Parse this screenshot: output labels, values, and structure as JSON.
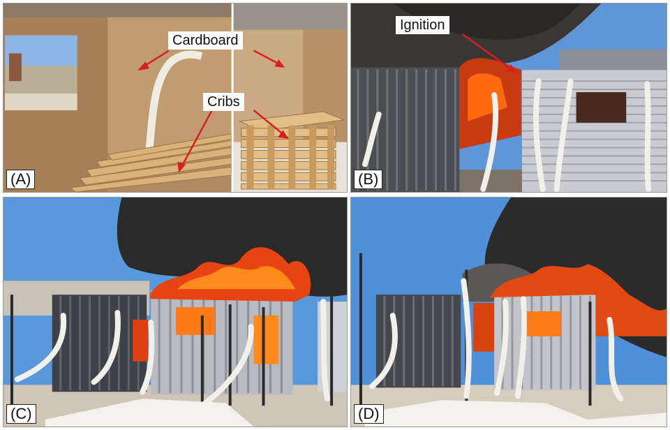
{
  "panels": {
    "a": {
      "label": "(A)"
    },
    "b": {
      "label": "(B)"
    },
    "c": {
      "label": "(C)"
    },
    "d": {
      "label": "(D)"
    }
  },
  "annotations": {
    "cardboard": "Cardboard",
    "cribs": "Cribs",
    "ignition": "Ignition"
  },
  "colors": {
    "arrow": "#d62020",
    "sky": "#4f8fd6",
    "smoke": "#2a2a2a",
    "fire": "#ff6a10",
    "metal": "#a8a8ac"
  }
}
